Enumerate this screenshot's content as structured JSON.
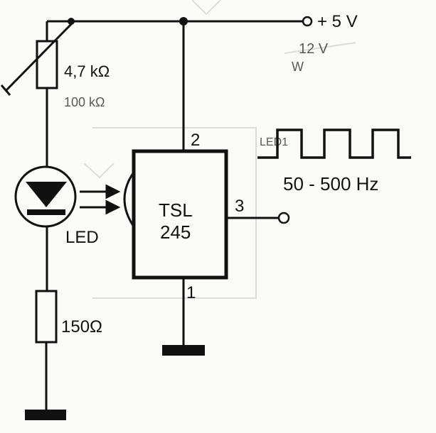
{
  "supply": {
    "label": "+ 5 V"
  },
  "potentiometer": {
    "label": "4,7 kΩ"
  },
  "led": {
    "label": "LED"
  },
  "resistor": {
    "label": "150Ω"
  },
  "chip": {
    "line1": "TSL",
    "line2": "245",
    "pin_vdd": "2",
    "pin_out": "3",
    "pin_gnd": "1"
  },
  "output": {
    "freq_label": "50 - 500 Hz"
  },
  "colors": {
    "ink": "#111111",
    "paper": "#fbfbfa",
    "ghost": "#c8c8c8"
  }
}
